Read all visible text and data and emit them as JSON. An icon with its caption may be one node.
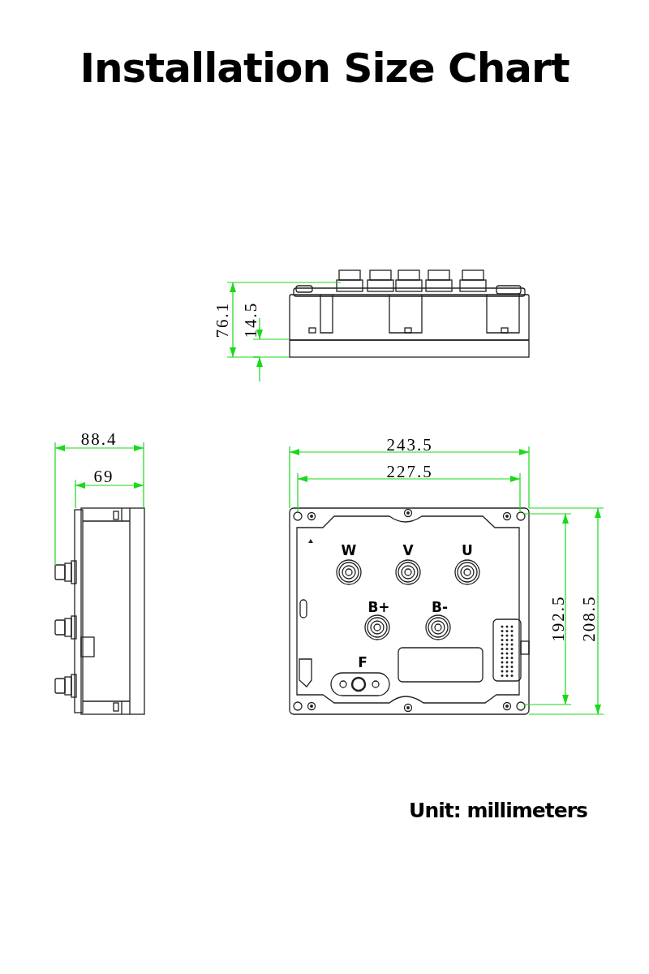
{
  "diagram": {
    "title": "Installation Size Chart",
    "caption": "Unit: millimeters",
    "labels": [
      "76.1",
      "14.5",
      "88.4",
      "69",
      "243.5",
      "227.5",
      "W",
      "V",
      "U",
      "B+",
      "B-",
      "F",
      "192.5",
      "208.5"
    ]
  }
}
